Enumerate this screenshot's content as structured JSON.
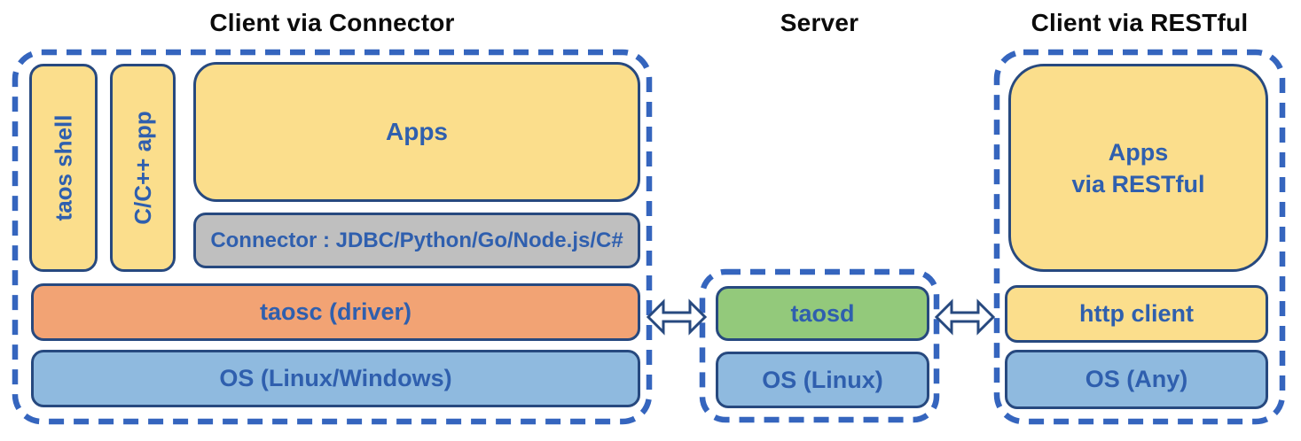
{
  "sections": {
    "left": {
      "title": "Client via Connector",
      "taos_shell": "taos shell",
      "cpp_app": "C/C++ app",
      "apps": "Apps",
      "connector": "Connector : JDBC/Python/Go/Node.js/C#",
      "taosc": "taosc (driver)",
      "os": "OS (Linux/Windows)"
    },
    "server": {
      "title": "Server",
      "taosd": "taosd",
      "os": "OS (Linux)"
    },
    "right": {
      "title": "Client via RESTful",
      "apps_line1": "Apps",
      "apps_line2": "via RESTful",
      "http_client": "http client",
      "os": "OS (Any)"
    }
  },
  "colors": {
    "yellow_fill": "#FBDE8C",
    "gray_fill": "#BFBFBF",
    "orange_fill": "#F2A374",
    "blue_fill": "#8FBADF",
    "green_fill": "#93C97B",
    "solid_box_border": "#27497F",
    "dashed_border_blue": "#3565BE",
    "label_blue": "#2F5FAE",
    "title_black": "#0B0B0B"
  }
}
